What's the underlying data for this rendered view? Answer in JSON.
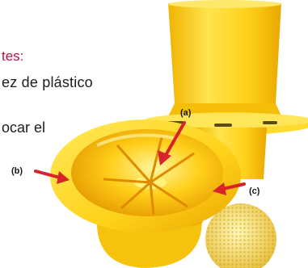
{
  "text": {
    "heading": "tes:",
    "line1": "ez  de plástico",
    "line2": "ocar  el"
  },
  "callouts": {
    "a": "(a)",
    "b": "(b)",
    "c": "(c)"
  },
  "colors": {
    "heading": "#b5123f",
    "arrow": "#d8232a",
    "plastic": "#ffd21a",
    "plastic_shadow": "#e9a900",
    "plastic_highlight": "#fff27a"
  }
}
